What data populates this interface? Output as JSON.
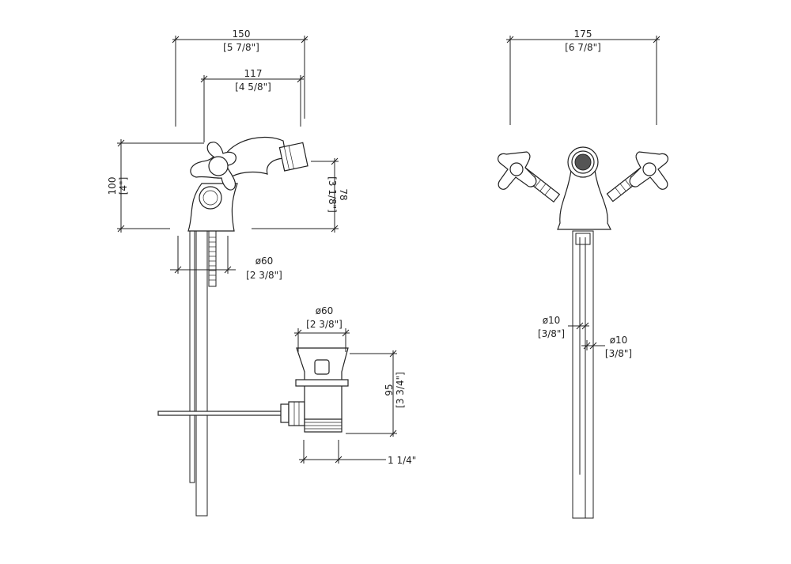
{
  "title": "Bidet mixer technical drawing",
  "colors": {
    "line": "#222222",
    "background": "#ffffff"
  },
  "side_view": {
    "width_overall": {
      "mm": "150",
      "inch": "[5 7/8\"]"
    },
    "spout_reach": {
      "mm": "117",
      "inch": "[4 5/8\"]"
    },
    "height_overall": {
      "mm": "100",
      "inch": "[4\"]"
    },
    "spout_height": {
      "mm": "78",
      "inch": "[3 1/8\"]"
    },
    "base_diameter": {
      "mm": "ø60",
      "inch": "[2 3/8\"]"
    }
  },
  "drain": {
    "flange_diameter": {
      "mm": "ø60",
      "inch": "[2 3/8\"]"
    },
    "height": {
      "mm": "95",
      "inch": "[3 3/4\"]"
    },
    "thread": {
      "inch": "1 1/4\""
    }
  },
  "front_view": {
    "width_overall": {
      "mm": "175",
      "inch": "[6 7/8\"]"
    },
    "pipe_left": {
      "mm": "ø10",
      "inch": "[3/8\"]"
    },
    "pipe_right": {
      "mm": "ø10",
      "inch": "[3/8\"]"
    }
  }
}
